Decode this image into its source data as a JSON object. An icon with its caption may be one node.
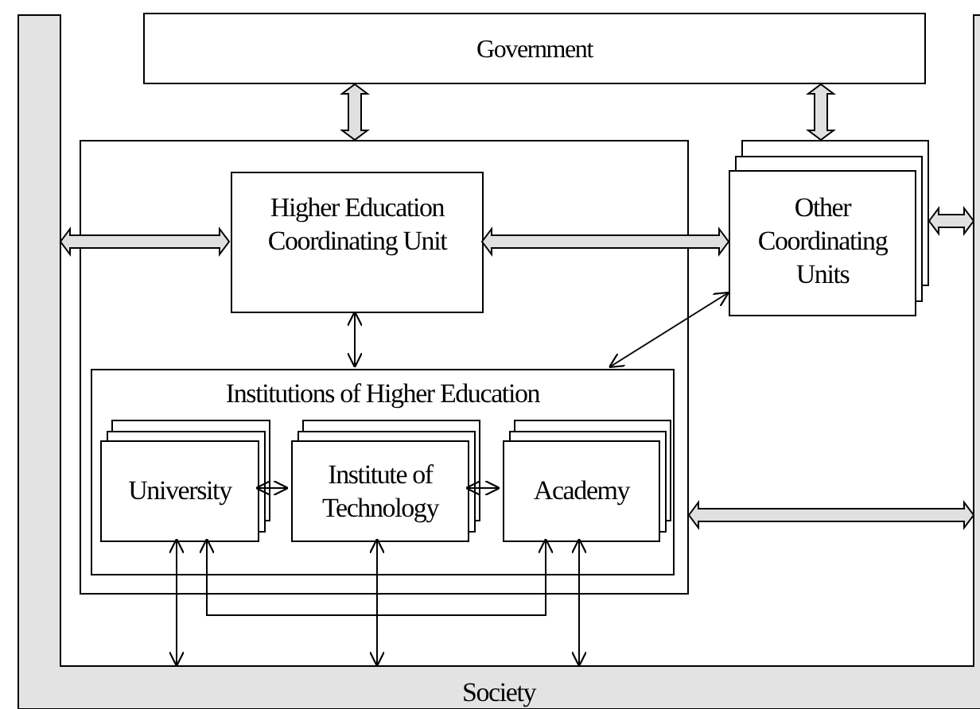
{
  "diagram": {
    "nodes": [
      {
        "text": [
          "Government"
        ]
      },
      {
        "text": [],
        "shape": "box"
      },
      {
        "text": [
          "Higher Education Coordinating Unit"
        ],
        "in": 1
      },
      {
        "text": [
          "Other Coordinating Units"
        ]
      },
      {
        "text": [
          "Institutions of Higher Education"
        ],
        "in": 1
      },
      {
        "text": [
          "University"
        ],
        "in": 4
      },
      {
        "text": [
          "Institute of Technology"
        ],
        "in": 4
      },
      {
        "text": [
          "Academy"
        ],
        "in": 4
      },
      {
        "text": [
          "Society"
        ]
      }
    ],
    "edges": [
      {
        "from": 0,
        "to": 1,
        "arrow": "both",
        "style": "thick"
      },
      {
        "from": 0,
        "to": 3,
        "arrow": "both",
        "style": "thick"
      },
      {
        "from": 8,
        "to": 2,
        "arrow": "both",
        "style": "thick"
      },
      {
        "from": 2,
        "to": 3,
        "arrow": "both",
        "style": "thick"
      },
      {
        "from": 3,
        "to": 8,
        "arrow": "both",
        "style": "thick"
      },
      {
        "from": 1,
        "to": 8,
        "arrow": "both",
        "style": "thick"
      },
      {
        "from": 2,
        "to": 4,
        "arrow": "both"
      },
      {
        "from": 3,
        "to": 4,
        "arrow": "both"
      },
      {
        "from": 5,
        "to": 6,
        "arrow": "both"
      },
      {
        "from": 6,
        "to": 7,
        "arrow": "both"
      },
      {
        "from": 5,
        "to": 8,
        "arrow": "both"
      },
      {
        "from": 6,
        "to": 8,
        "arrow": "both"
      },
      {
        "from": 7,
        "to": 8,
        "arrow": "both"
      },
      {
        "from": 5,
        "to": 7,
        "arrow": "both"
      }
    ]
  }
}
